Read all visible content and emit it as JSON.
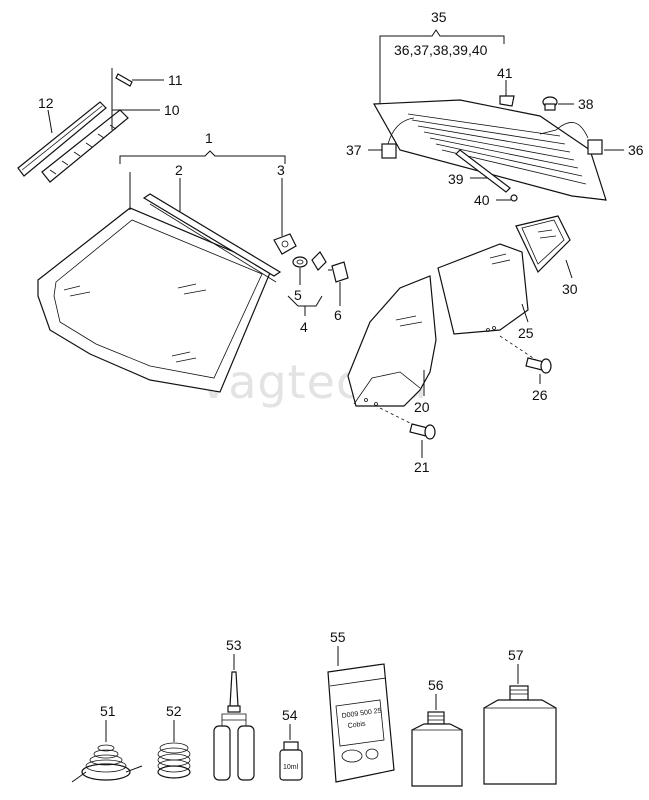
{
  "watermark": "vagtec.ru",
  "labels": {
    "l1": "1",
    "l2": "2",
    "l3": "3",
    "l4": "4",
    "l5": "5",
    "l6": "6",
    "l10": "10",
    "l11": "11",
    "l12": "12",
    "l20": "20",
    "l21": "21",
    "l25": "25",
    "l26": "26",
    "l30": "30",
    "l35": "35",
    "l35sub": "36,37,38,39,40",
    "l36": "36",
    "l37": "37",
    "l38": "38",
    "l39": "39",
    "l40": "40",
    "l41": "41",
    "l51": "51",
    "l52": "52",
    "l53": "53",
    "l54": "54",
    "l55": "55",
    "l56": "56",
    "l57": "57"
  },
  "package_text": {
    "bag_line1": "D009 500 25",
    "bag_line2": "Cobis",
    "bottle_volume": "10ml"
  }
}
